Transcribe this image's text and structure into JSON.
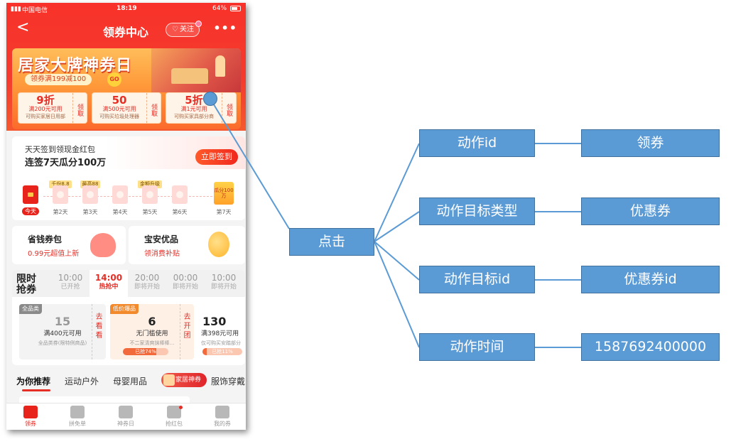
{
  "phone": {
    "status": {
      "carrier": "中国电信",
      "time": "18:19",
      "battery": "64%"
    },
    "nav": {
      "back": "<",
      "title": "领券中心",
      "follow": "关注",
      "more": "•••"
    },
    "banner": {
      "headline": "居家大牌神券日",
      "promo": "领券满199减100",
      "go": "GO",
      "coupons": [
        {
          "amount": "9折",
          "condition": "满200元可用",
          "desc": "可购买家居日用部",
          "get": "领取"
        },
        {
          "amount": "50",
          "condition": "满500元可用",
          "desc": "可购买垃圾处理器",
          "get": "领取"
        },
        {
          "amount": "5折",
          "condition": "满1元可用",
          "desc": "可购买家具部分商",
          "get": "领取"
        }
      ]
    },
    "checkin": {
      "line1": "天天签到领现金红包",
      "line2": "连签7天瓜分100万",
      "button": "立即签到",
      "days": [
        {
          "label": "今天",
          "tag": ""
        },
        {
          "label": "第2天",
          "tag": "千份8.8"
        },
        {
          "label": "第3天",
          "tag": "最高88"
        },
        {
          "label": "第4天",
          "tag": ""
        },
        {
          "label": "第5天",
          "tag": "金额升级"
        },
        {
          "label": "第6天",
          "tag": ""
        },
        {
          "label": "第7天",
          "tag": "",
          "prize": "瓜分100万"
        }
      ]
    },
    "cards": [
      {
        "title": "省钱券包",
        "subtitle": "0.99元超值上新"
      },
      {
        "title": "宝安优品",
        "subtitle": "领消费补贴"
      }
    ],
    "flash": {
      "label": "限时抢券",
      "slots": [
        {
          "time": "10:00",
          "status": "已开抢"
        },
        {
          "time": "14:00",
          "status": "热抢中"
        },
        {
          "time": "20:00",
          "status": "即将开始"
        },
        {
          "time": "00:00",
          "status": "即将开始"
        },
        {
          "time": "10:00",
          "status": "即将开始"
        }
      ],
      "items": [
        {
          "category": "全品类",
          "value": "15",
          "condition": "满400元可用",
          "desc": "全品类券(限特例商品)",
          "side": "去看看"
        },
        {
          "category": "低价爆品",
          "value": "6",
          "condition": "无门槛使用",
          "desc": "不二家清爽抹棒棒…",
          "progress_text": "已抢74%",
          "progress": 0.74,
          "side": "去开团"
        },
        {
          "category": "",
          "value": "130",
          "condition": "满398元可用",
          "desc": "仅可购买安踏部分",
          "progress_text": "已抢11%",
          "progress": 0.11
        }
      ]
    },
    "categories": [
      "为你推荐",
      "运动户外",
      "母婴用品",
      "家居神券",
      "服饰穿戴"
    ],
    "tabs": [
      "领券",
      "拼免单",
      "神券日",
      "抢红包",
      "我的券"
    ]
  },
  "diagram": {
    "root": "点击",
    "rows": [
      {
        "key": "动作id",
        "value": "领券"
      },
      {
        "key": "动作目标类型",
        "value": "优惠券"
      },
      {
        "key": "动作目标id",
        "value": "优惠券id"
      },
      {
        "key": "动作时间",
        "value": "1587692400000"
      }
    ]
  }
}
